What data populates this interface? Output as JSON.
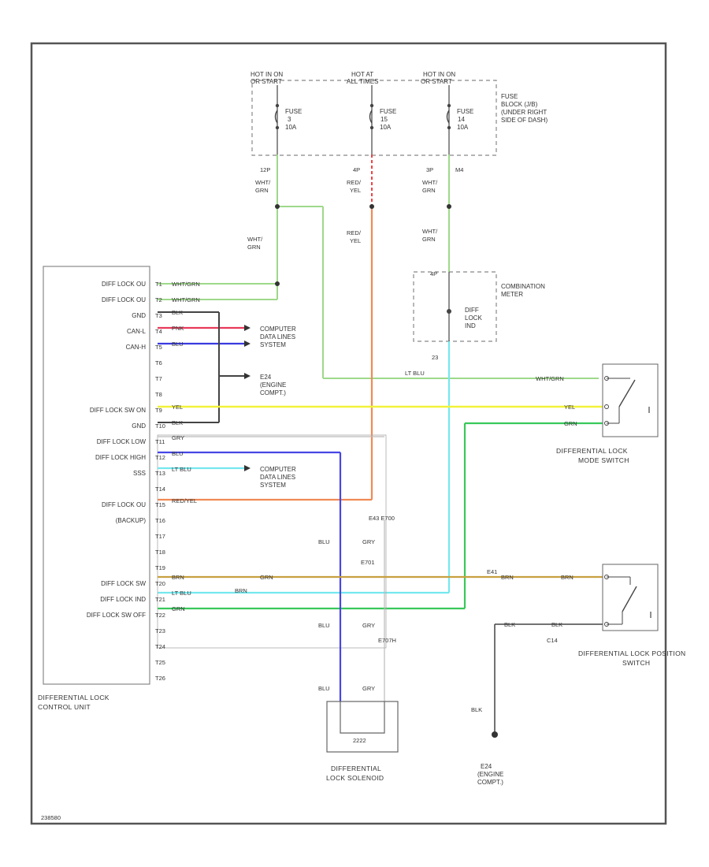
{
  "fuse_block": {
    "hot_labels": [
      [
        "HOT IN ON",
        "OR START"
      ],
      [
        "HOT AT",
        "ALL TIMES"
      ],
      [
        "HOT IN ON",
        "OR START"
      ]
    ],
    "fuses": [
      [
        "FUSE",
        "3",
        "10A"
      ],
      [
        "FUSE",
        "15",
        "10A"
      ],
      [
        "FUSE",
        "14",
        "10A"
      ]
    ],
    "name": [
      "FUSE",
      "BLOCK (J/B)",
      "(UNDER RIGHT",
      "SIDE OF DASH)"
    ],
    "pins": [
      "12P",
      "4P",
      "3P",
      "M4"
    ]
  },
  "wires": {
    "wht_grn": "WHT/GRN",
    "wht_grn_split": [
      "WHT/",
      "GRN"
    ],
    "red_yel": "RED/YEL",
    "red_yel_split": [
      "RED/",
      "YEL"
    ],
    "lt_blu": "LT BLU",
    "yel": "YEL",
    "grn": "GRN",
    "blk": "BLK",
    "blu": "BLU",
    "gry": "GRY",
    "brn": "BRN",
    "pnk": "PNK",
    "red_yel_short": "RED/YEL"
  },
  "combination_meter": {
    "name": [
      "COMBINATION",
      "METER"
    ],
    "lamp": [
      "DIFF",
      "LOCK",
      "IND"
    ],
    "pins": [
      "4P",
      "23"
    ]
  },
  "control_unit": {
    "name": [
      "DIFFERENTIAL LOCK",
      "CONTROL UNIT"
    ],
    "pin_labels": [
      {
        "pin": "T1",
        "text": "DIFF LOCK OU"
      },
      {
        "pin": "T2",
        "text": "DIFF LOCK OU"
      },
      {
        "pin": "T3",
        "text": "GND"
      },
      {
        "pin": "T4",
        "text": "CAN-L"
      },
      {
        "pin": "T5",
        "text": "CAN-H"
      },
      {
        "pin": "T6",
        "text": ""
      },
      {
        "pin": "T7",
        "text": ""
      },
      {
        "pin": "T8",
        "text": ""
      },
      {
        "pin": "T9",
        "text": "DIFF LOCK SW ON"
      },
      {
        "pin": "T10",
        "text": "GND"
      },
      {
        "pin": "T11",
        "text": "DIFF LOCK LOW"
      },
      {
        "pin": "T12",
        "text": "DIFF LOCK HIGH"
      },
      {
        "pin": "T13",
        "text": "SSS"
      },
      {
        "pin": "T14",
        "text": ""
      },
      {
        "pin": "T15",
        "text": "DIFF LOCK OU"
      },
      {
        "pin": "T16",
        "text": "(BACKUP)"
      },
      {
        "pin": "T17",
        "text": ""
      },
      {
        "pin": "T18",
        "text": ""
      },
      {
        "pin": "T19",
        "text": ""
      },
      {
        "pin": "T20",
        "text": "DIFF LOCK SW"
      },
      {
        "pin": "T21",
        "text": "DIFF LOCK IND"
      },
      {
        "pin": "T22",
        "text": "DIFF LOCK SW OFF"
      },
      {
        "pin": "T23",
        "text": ""
      },
      {
        "pin": "T24",
        "text": ""
      },
      {
        "pin": "T25",
        "text": ""
      },
      {
        "pin": "T26",
        "text": ""
      }
    ]
  },
  "references": {
    "computer_data_lines": [
      "COMPUTER",
      "DATA LINES",
      "SYSTEM"
    ],
    "ground": [
      "E24",
      "(ENGINE",
      "COMPT.)"
    ],
    "ground_bottom": [
      "E24",
      "(ENGINE",
      "COMPT.)"
    ]
  },
  "mode_switch": {
    "name": [
      "DIFFERENTIAL LOCK",
      "MODE SWITCH"
    ]
  },
  "position_switch": {
    "name": [
      "DIFFERENTIAL LOCK POSITION",
      "SWITCH"
    ],
    "connectors": [
      "E41",
      "C14"
    ]
  },
  "solenoid": {
    "name": [
      "DIFFERENTIAL",
      "LOCK SOLENOID"
    ],
    "connectors": [
      "E43 E700",
      "E701",
      "E707H"
    ],
    "body": "2222"
  },
  "figure_id": "238580"
}
